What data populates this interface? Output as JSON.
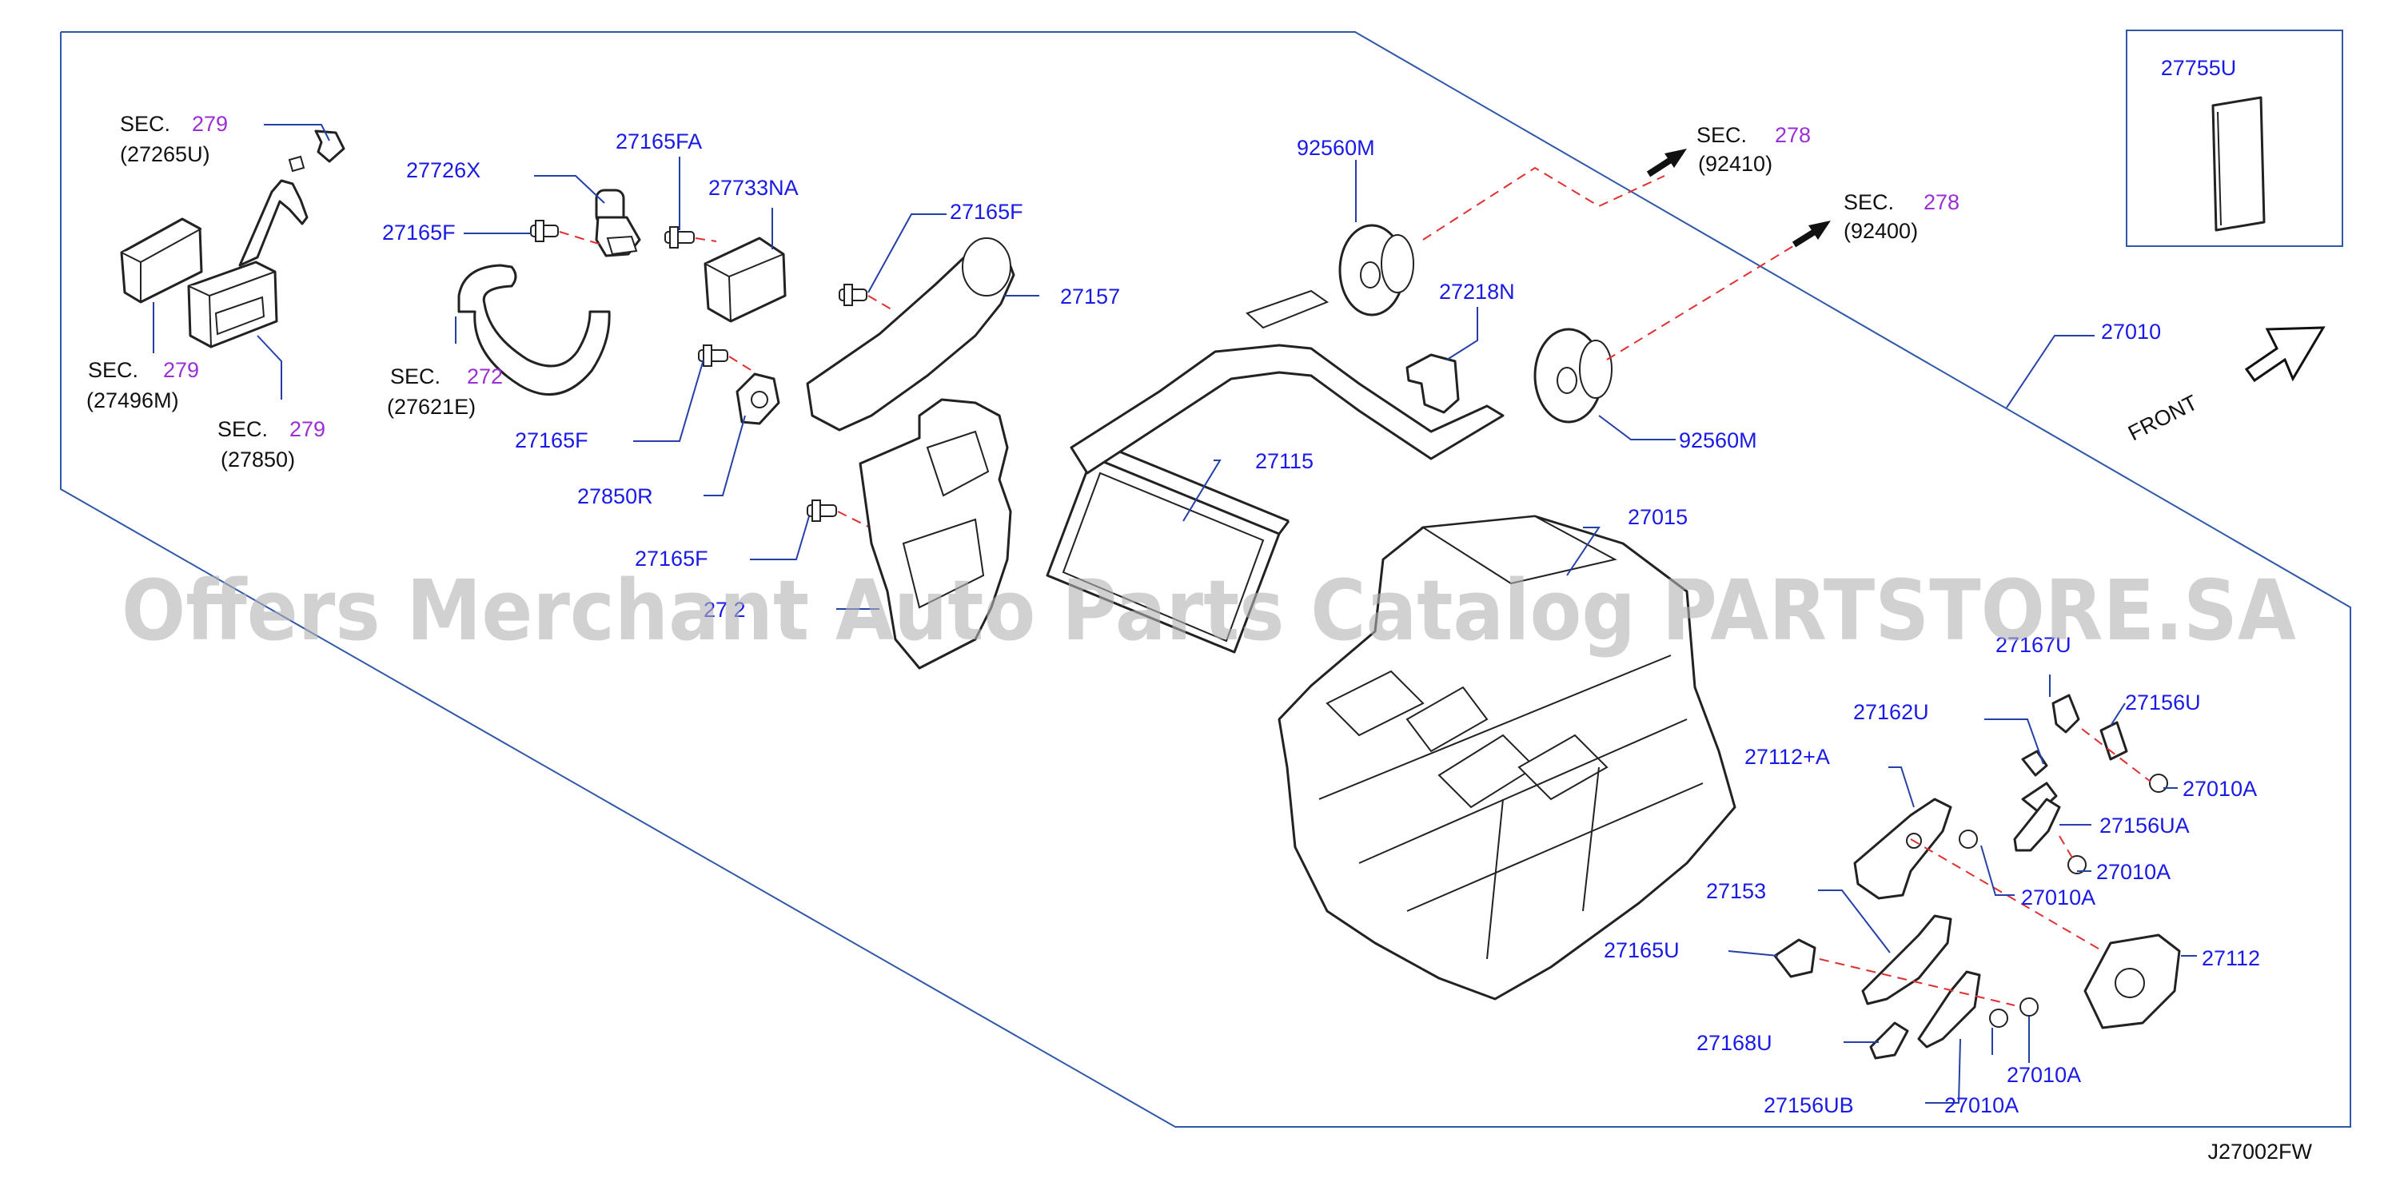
{
  "callouts": {
    "c27755U": "27755U",
    "c27010": "27010",
    "c92560M_a": "92560M",
    "c92560M_b": "92560M",
    "c27218N": "27218N",
    "c27115": "27115",
    "c27015": "27015",
    "c27157": "27157",
    "c27165F_a": "27165F",
    "c27165F_b": "27165F",
    "c27165F_c": "27165F",
    "c27165F_d": "27165F",
    "c27165FA": "27165FA",
    "c27726X": "27726X",
    "c27733NA": "27733NA",
    "c27850R": "27850R",
    "c27167U": "27167U",
    "c27156U": "27156U",
    "c27162U": "27162U",
    "c27112A": "27112+A",
    "c27010A_a": "27010A",
    "c27010A_b": "27010A",
    "c27010A_c": "27010A",
    "c27010A_d": "27010A",
    "c27010A_e": "27010A",
    "c27156UA": "27156UA",
    "c27153": "27153",
    "c27165U": "27165U",
    "c27112": "27112",
    "c27168U": "27168U",
    "c27156UB": "27156UB",
    "c_partial": "27 2"
  },
  "sections": {
    "s279_a": {
      "prefix": "SEC.",
      "num": "279",
      "ref": "(27265U)"
    },
    "s279_b": {
      "prefix": "SEC.",
      "num": "279",
      "ref": "(27496M)"
    },
    "s279_c": {
      "prefix": "SEC.",
      "num": "279",
      "ref": "(27850)"
    },
    "s272": {
      "prefix": "SEC.",
      "num": "272",
      "ref": "(27621E)"
    },
    "s278_a": {
      "prefix": "SEC.",
      "num": "278",
      "ref": "(92410)"
    },
    "s278_b": {
      "prefix": "SEC.",
      "num": "278",
      "ref": "(92400)"
    }
  },
  "front_label": "FRONT",
  "diagram_code": "J27002FW",
  "watermark": "Offers Merchant Auto Parts Catalog PARTSTORE.SA",
  "colors": {
    "callout": "#1a1ae6",
    "section_number": "#9b2fd6",
    "leader": "#2540a8",
    "dashed": "#e03030"
  }
}
